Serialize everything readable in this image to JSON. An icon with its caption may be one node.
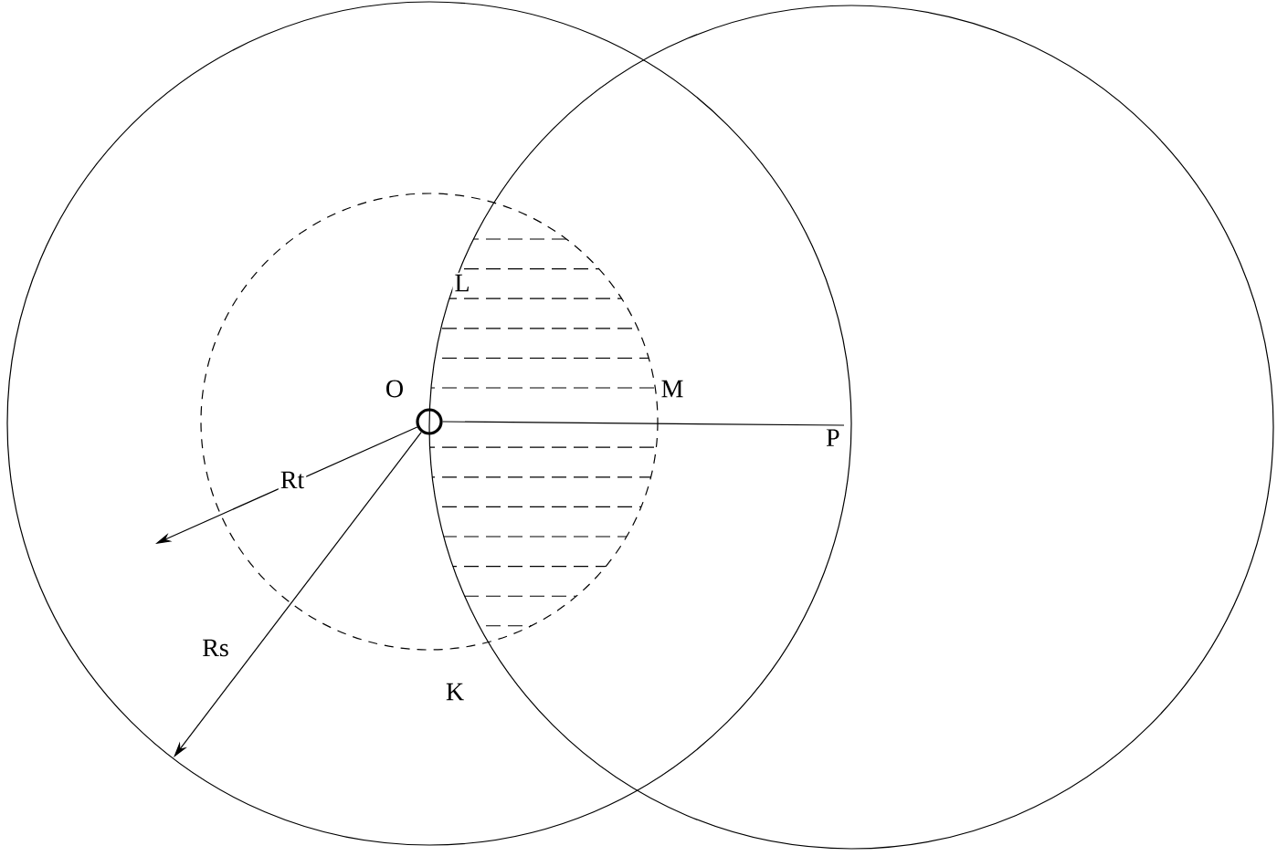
{
  "diagram": {
    "nodes": [
      {
        "text": [],
        "shape": "circle",
        "beside": [
          "O"
        ]
      },
      {
        "text": [
          "P"
        ]
      }
    ],
    "edges": [
      {
        "from": 0,
        "to": 1,
        "arrow": "none"
      },
      {
        "from": 0,
        "to": null,
        "arrow": "to",
        "label": "Rt"
      },
      {
        "from": 0,
        "to": null,
        "arrow": "to",
        "label": "Rs"
      }
    ],
    "labels": [
      "L",
      "M",
      "K"
    ]
  }
}
